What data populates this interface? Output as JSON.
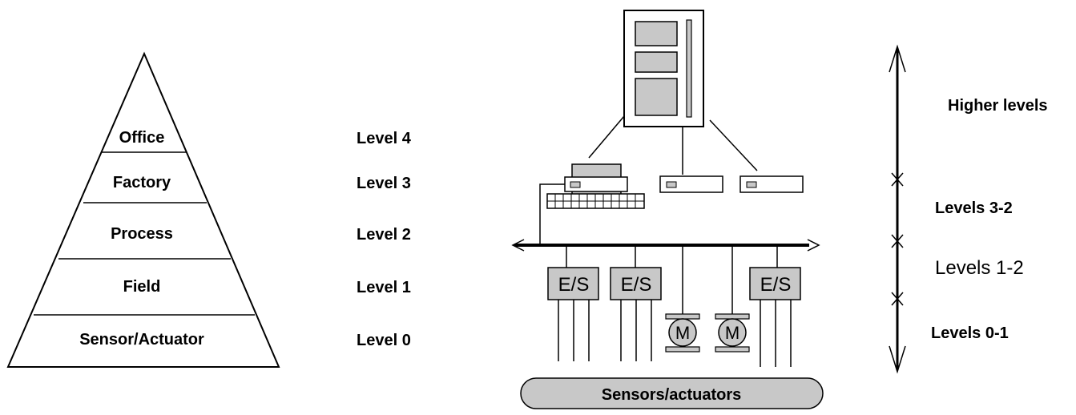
{
  "pyramid": {
    "tiers": [
      "Office",
      "Factory",
      "Process",
      "Field",
      "Sensor/Actuator"
    ]
  },
  "levels": [
    "Level 4",
    "Level 3",
    "Level 2",
    "Level 1",
    "Level 0"
  ],
  "network": {
    "io_label": "E/S",
    "motor_label": "M",
    "sensors_label": "Sensors/actuators"
  },
  "scale": {
    "higher": "Higher levels",
    "levels_3_2": "Levels 3-2",
    "levels_1_2": "Levels 1-2",
    "levels_0_1": "Levels 0-1"
  },
  "colors": {
    "box_fill": "#c8c8c8",
    "line": "#000000"
  }
}
